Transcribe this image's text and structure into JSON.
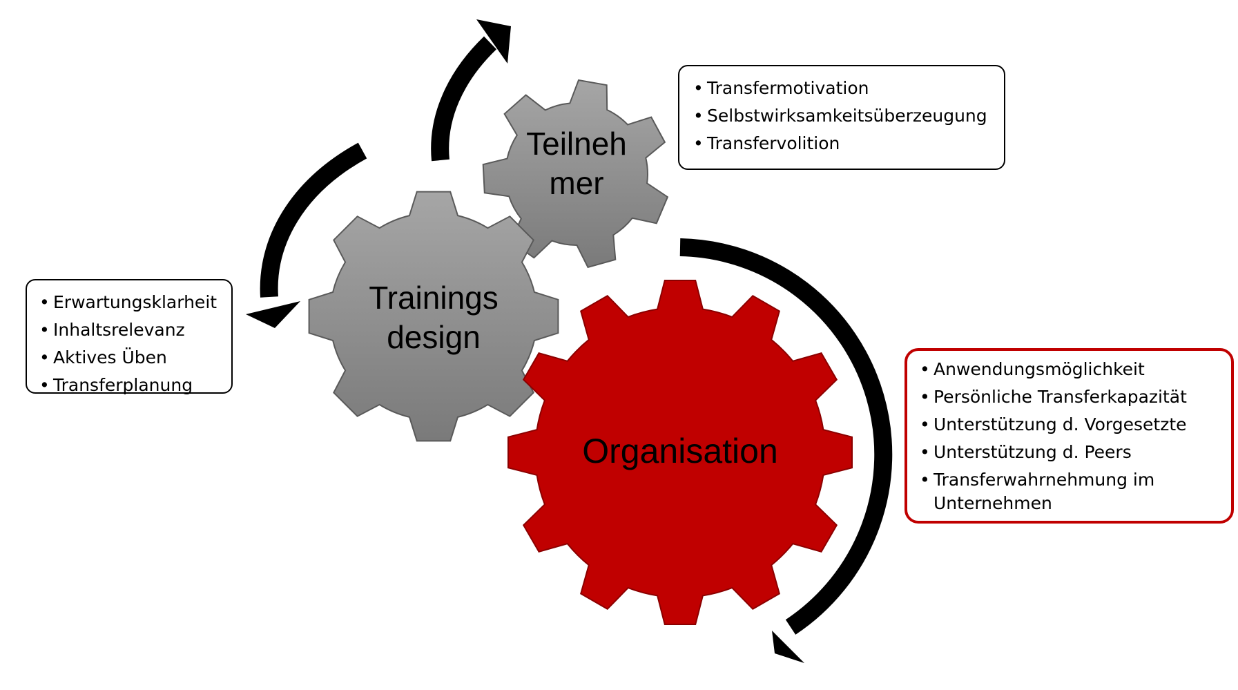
{
  "gears": {
    "teilnehmer": {
      "line1": "Teilneh",
      "line2": "mer",
      "color": "#8c8c8c"
    },
    "trainingsdesign": {
      "line1": "Trainings",
      "line2": "design",
      "color": "#8c8c8c"
    },
    "organisation": {
      "label": "Organisation",
      "color": "#c00000"
    }
  },
  "boxes": {
    "teilnehmer": {
      "items": [
        "Transfermotivation",
        "Selbstwirksamkeitsüberzeugung",
        "Transfervolition"
      ]
    },
    "trainingsdesign": {
      "items": [
        "Erwartungsklarheit",
        "Inhaltsrelevanz",
        "Aktives Üben",
        "Transferplanung"
      ]
    },
    "organisation": {
      "items": [
        "Anwendungsmöglichkeit",
        "Persönliche Transferkapazität",
        "Unterstützung d. Vorgesetzte",
        "Unterstützung d. Peers",
        "Transferwahrnehmung im Unternehmen"
      ],
      "border_color": "#c00000"
    }
  }
}
